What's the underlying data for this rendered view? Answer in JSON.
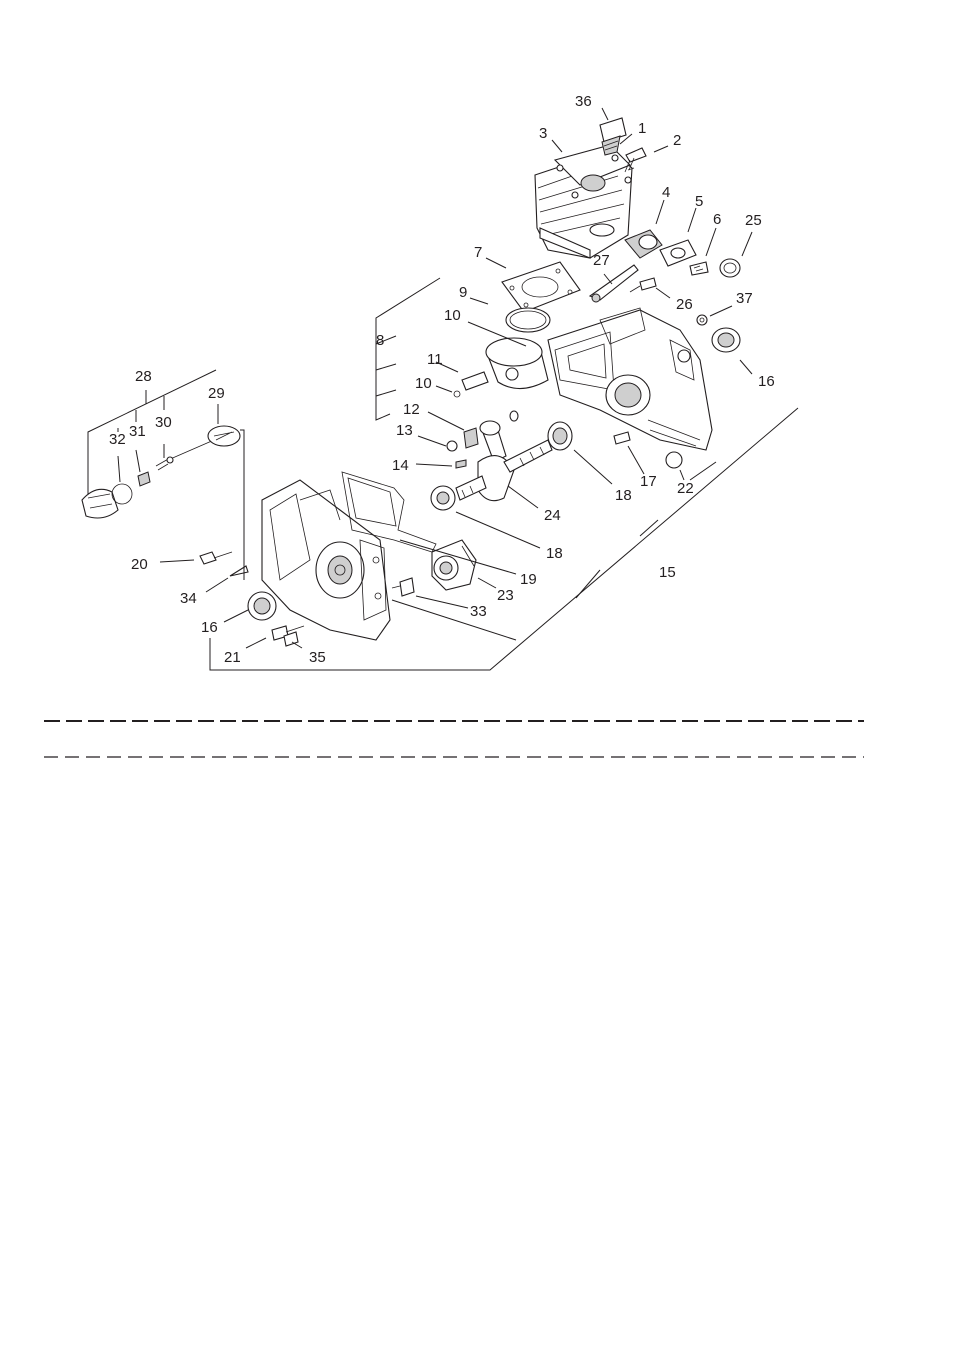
{
  "diagram": {
    "callouts": [
      "36",
      "1",
      "3",
      "2",
      "4",
      "5",
      "6",
      "25",
      "7",
      "27",
      "9",
      "26",
      "37",
      "10",
      "8",
      "11",
      "16",
      "10",
      "12",
      "28",
      "29",
      "13",
      "30",
      "32",
      "31",
      "14",
      "17",
      "22",
      "18",
      "24",
      "18",
      "20",
      "19",
      "15",
      "23",
      "34",
      "33",
      "16",
      "21",
      "35"
    ]
  }
}
